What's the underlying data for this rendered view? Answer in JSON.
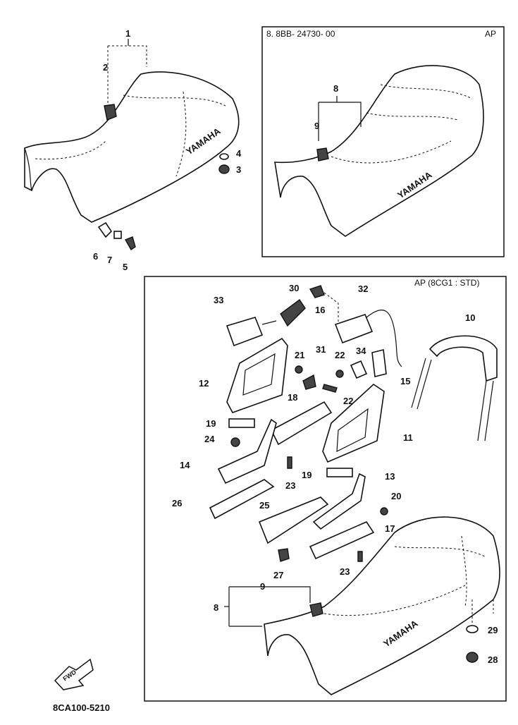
{
  "panels": {
    "variant_seat": {
      "header_left": "8. 8BB- 24730- 00",
      "header_right": "AP"
    },
    "grab_bar": {
      "header_right": "AP (8CG1 : STD)"
    }
  },
  "seat_brand": "YAMAHA",
  "callouts": {
    "c1": "1",
    "c2": "2",
    "c3": "3",
    "c4": "4",
    "c5": "5",
    "c6": "6",
    "c7": "7",
    "c8a": "8",
    "c9a": "9",
    "c8b": "8",
    "c9b": "9",
    "c10": "10",
    "c11": "11",
    "c12": "12",
    "c13": "13",
    "c14": "14",
    "c15": "15",
    "c16": "16",
    "c17": "17",
    "c18": "18",
    "c19a": "19",
    "c19b": "19",
    "c20": "20",
    "c21": "21",
    "c22a": "22",
    "c22b": "22",
    "c23a": "23",
    "c23b": "23",
    "c24": "24",
    "c25": "25",
    "c26": "26",
    "c27": "27",
    "c28": "28",
    "c29": "29",
    "c30": "30",
    "c31": "31",
    "c32": "32",
    "c33": "33",
    "c34": "34"
  },
  "fwd_label": "FWD",
  "diagram_code": "8CA100-5210"
}
